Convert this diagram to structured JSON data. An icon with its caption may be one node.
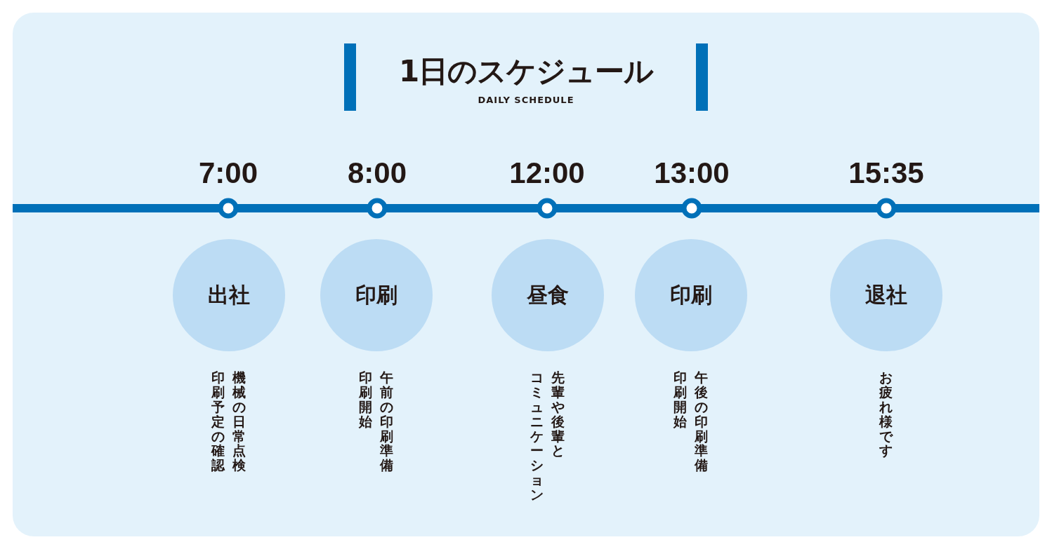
{
  "diagram": {
    "title": "1日のスケジュール",
    "nodes": [
      {
        "text": [
          "出社"
        ],
        "beside": [
          "機械の日常点検",
          "印刷予定の確認"
        ]
      },
      {
        "text": [
          "印刷"
        ],
        "beside": [
          "午前の印刷準備",
          "印刷開始"
        ]
      },
      {
        "text": [
          "昼食"
        ],
        "beside": [
          "先輩や後輩と",
          "コミュニケーション"
        ]
      },
      {
        "text": [
          "印刷"
        ],
        "beside": [
          "午後の印刷準備",
          "印刷開始"
        ]
      },
      {
        "text": [
          "退社"
        ],
        "beside": [
          "お疲れ様です"
        ]
      }
    ],
    "labels": [
      "DAILY SCHEDULE",
      "7:00",
      "8:00",
      "12:00",
      "13:00",
      "15:35"
    ]
  }
}
